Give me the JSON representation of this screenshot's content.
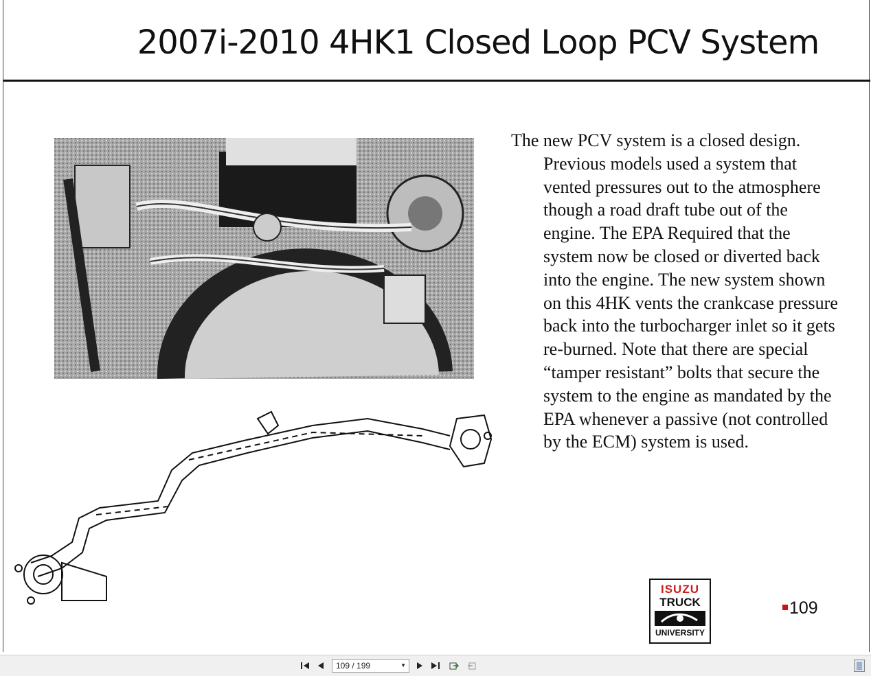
{
  "slide": {
    "title": "2007i-2010 4HK1 Closed Loop PCV System",
    "paragraph_first": "The new PCV system is a closed design.",
    "paragraph_rest": "Previous models used a system that vented pressures out to the atmosphere though a road draft tube out of the engine.  The EPA Required that the system now be closed or diverted back into the engine.  The new system shown on this 4HK vents the crankcase pressure back into the turbocharger inlet so it gets re-burned.  Note that there are special “tamper resistant” bolts that secure the system to the engine as mandated by the EPA whenever a passive (not controlled by the ECM) system is used.",
    "page_number": "109",
    "logo": {
      "line1": "ISUZU",
      "line2": "TRUCK",
      "line3": "UNIVERSITY"
    }
  },
  "toolbar": {
    "page_indicator": "109 / 199",
    "icons": [
      "first-page-icon",
      "prev-page-icon",
      "next-page-icon",
      "last-page-icon",
      "prev-view-icon",
      "next-view-icon",
      "sidebar-toggle-icon"
    ]
  },
  "colors": {
    "accent_red": "#cc1e1e",
    "toolbar_bg": "#f0f0f0"
  }
}
